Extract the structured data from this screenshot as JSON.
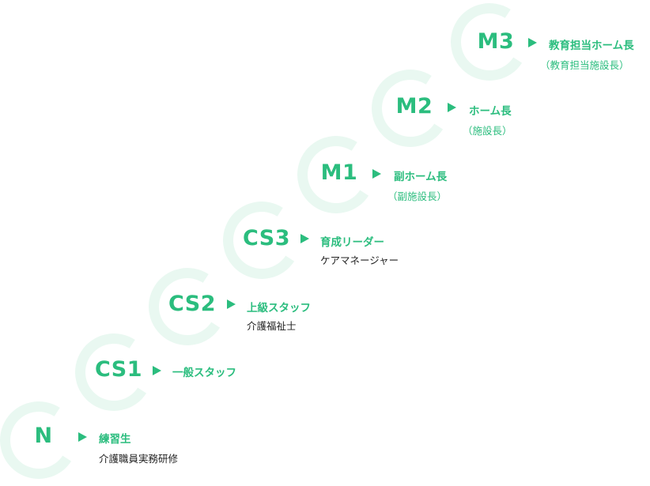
{
  "steps": [
    {
      "level": "N",
      "role": "練習生",
      "sub": "介護職員実務研修",
      "sub_style": "dark"
    },
    {
      "level": "CS1",
      "role": "一般スタッフ",
      "sub": "",
      "sub_style": "dark"
    },
    {
      "level": "CS2",
      "role": "上級スタッフ",
      "sub": "介護福祉士",
      "sub_style": "dark"
    },
    {
      "level": "CS3",
      "role": "育成リーダー",
      "sub": "ケアマネージャー",
      "sub_style": "dark"
    },
    {
      "level": "M1",
      "role": "副ホーム長",
      "sub": "（副施設長）",
      "sub_style": "green"
    },
    {
      "level": "M2",
      "role": "ホーム長",
      "sub": "（施設長）",
      "sub_style": "green"
    },
    {
      "level": "M3",
      "role": "教育担当ホーム長",
      "sub": "（教育担当施設長）",
      "sub_style": "green"
    }
  ],
  "colors": {
    "accent": "#2bbd7e",
    "ring": "#e9f8f1",
    "text": "#222222"
  }
}
